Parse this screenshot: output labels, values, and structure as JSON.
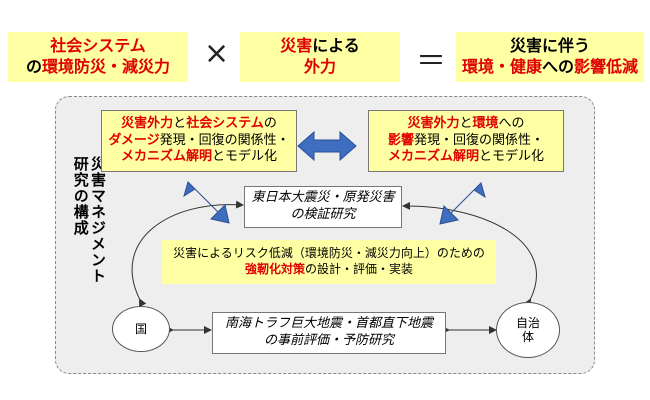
{
  "header": {
    "left_line1": "社会システム",
    "left_line2a": "の",
    "left_line2b": "環境防災・減災力",
    "times": "×",
    "mid_line1a": "災害",
    "mid_line1b": "による",
    "mid_line2": "外力",
    "equals": "＝",
    "right_line1": "災害に伴う",
    "right_line2a": "環境・健康",
    "right_line2b": "への",
    "right_line2c": "影響低減"
  },
  "panel": {
    "vertical_label_line1": "災害マネジメント",
    "vertical_label_line2": "研究の構成"
  },
  "box_top_left": {
    "l1a": "災害外力",
    "l1b": "と",
    "l1c": "社会システム",
    "l1d": "の",
    "l2a": "ダメージ",
    "l2b": "発現・回復の関係性・",
    "l3a": "メカニズム解明",
    "l3b": "とモデル化"
  },
  "box_top_right": {
    "l1a": "災害外力",
    "l1b": "と",
    "l1c": "環境",
    "l1d": "への",
    "l2a": "影響",
    "l2b": "発現・回復の関係性・",
    "l3a": "メカニズム解明",
    "l3b": "とモデル化"
  },
  "box_quake": {
    "line1": "東日本大震災・原発災害",
    "line2": "の検証研究"
  },
  "box_risk": {
    "line1": "災害によるリスク低減（環境防災・減災力向上）のための",
    "line2a": "強靭化対策",
    "line2b": "の設計・評価・実装"
  },
  "box_nankai": {
    "line1": "南海トラフ巨大地震・首都直下地震",
    "line2": "の事前評価・予防研究"
  },
  "circle_left": {
    "label": "国"
  },
  "circle_right": {
    "label_line1": "自治",
    "label_line2": "体"
  },
  "colors": {
    "accent_red": "#e00000",
    "arrow_blue": "#3f6ec0",
    "box_yellow": "#ffffa3"
  }
}
